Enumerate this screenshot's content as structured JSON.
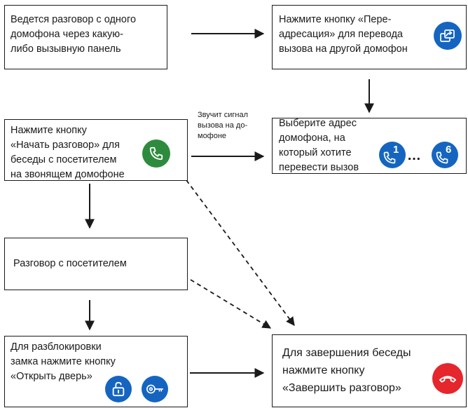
{
  "boxes": {
    "b1": "Ведется разговор с одного\nдомофона через какую-\nлибо вызывную панель",
    "b2": "Нажмите кнопку «Пере-\nадресация» для перевода\nвызова на другой домофон",
    "b3": "Нажмите кнопку\n«Начать разговор» для\nбеседы с посетителем\nна звонящем домофоне",
    "b4": "Выберите адрес\nдомофона, на\nкоторый хотите\nперевести вызов",
    "b5": "Разговор с посетителем",
    "b6": "Для разблокировки\nзамка нажмите кнопку\n«Открыть дверь»",
    "b7": "Для завершения беседы\nнажмите кнопку\n«Завершить разговор»"
  },
  "note": "Звучит сигнал\nвызова на до-\nмофоне",
  "labels": {
    "addr_first": "1",
    "addr_last": "6",
    "ellipsis": "…"
  },
  "colors": {
    "blue": "#1565c0",
    "green": "#2e8b3d",
    "red": "#e5262c"
  },
  "icons": [
    "forward-icon",
    "phone-answer-icon",
    "phone-address-icon",
    "unlock-icon",
    "door-key-icon",
    "hang-up-icon"
  ]
}
